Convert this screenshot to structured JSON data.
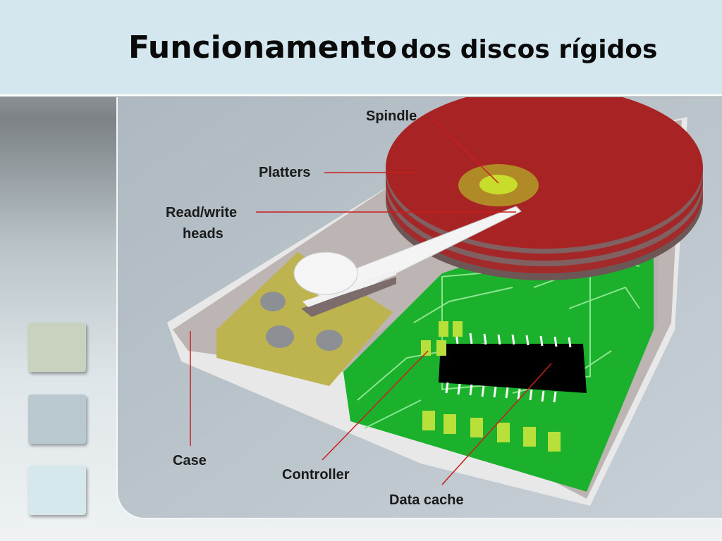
{
  "title": {
    "main": "Funcionamento",
    "rest": "dos discos rígidos"
  },
  "swatches": [
    "#c8d2be",
    "#b9c9cf",
    "#d6e8ec"
  ],
  "diagram": {
    "labels": {
      "spindle": "Spindle",
      "platters": "Platters",
      "readwrite_line1": "Read/write",
      "readwrite_line2": "heads",
      "case": "Case",
      "controller": "Controller",
      "data_cache": "Data cache"
    },
    "colors": {
      "platter": "#a82424",
      "board": "#19b02a",
      "case": "#bfb7b6",
      "chip": "#000000",
      "leader_line": "#c81e1e"
    }
  }
}
